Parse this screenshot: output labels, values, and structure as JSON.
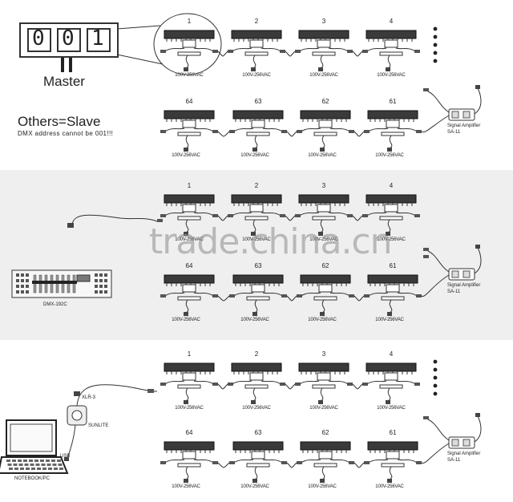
{
  "address_display": {
    "digits": [
      "0",
      "0",
      "1"
    ]
  },
  "master_label": "Master",
  "slave_label": "Others=Slave",
  "warning": "DMX address cannot be 001!!!",
  "fixture_numbers_top": [
    "1",
    "2",
    "3",
    "4"
  ],
  "fixture_numbers_bottom": [
    "64",
    "63",
    "62",
    "61"
  ],
  "voltage_label": "100V-256VAC",
  "amplifier_label": {
    "line1": "Signal Amplifier",
    "line2": "SA-11"
  },
  "controller_label": "DMX-192C",
  "xlr_label": "XLR-3",
  "sunlite_label": "SUNLITE",
  "usb_label": "USB",
  "notebook_label": "NOTEBOOK/PC",
  "watermark": "trade.china.cn"
}
